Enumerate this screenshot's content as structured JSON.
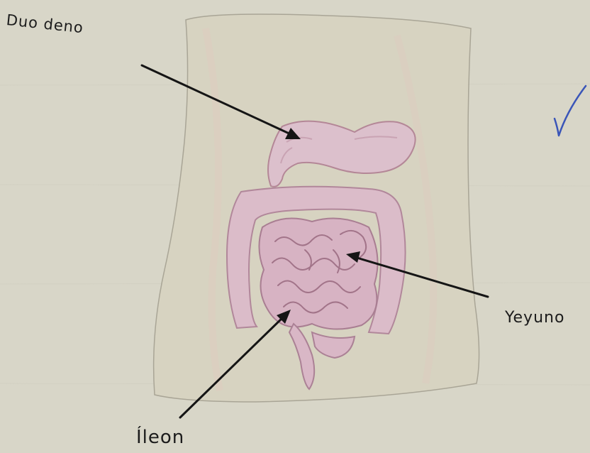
{
  "labels": {
    "duodeno": "Duo deno",
    "yeyuno": "Yeyuno",
    "ileon": "Íleon"
  },
  "colors": {
    "paper": "#d8d6c8",
    "torso": "#d7d3c1",
    "intestine": "#d9b8c6",
    "intestine_outline": "#b58a9a",
    "ink": "#151515",
    "check_mark": "#3a55b8"
  },
  "icons": {
    "check": "check-mark-icon"
  }
}
